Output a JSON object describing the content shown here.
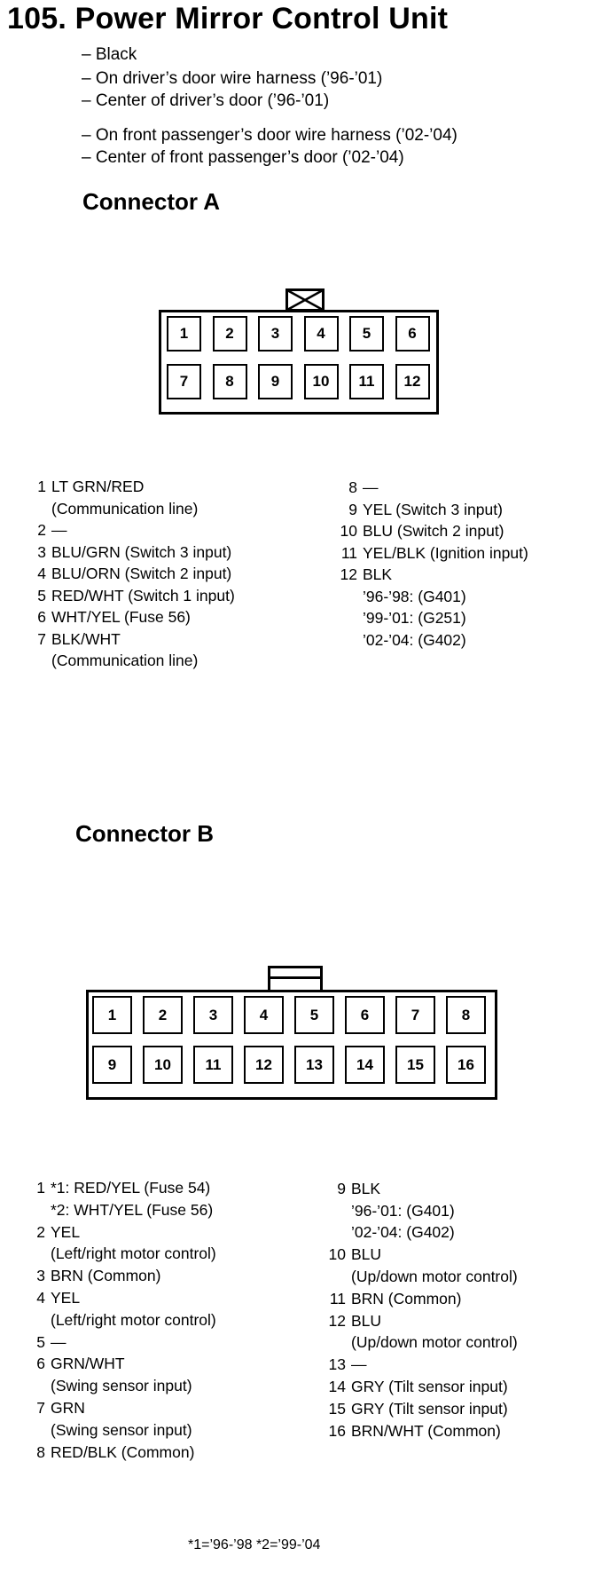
{
  "title": "105. Power Mirror Control Unit",
  "locations": [
    "– Black",
    "– On driver’s door wire harness (’96-’01)",
    "– Center of driver’s door (’96-’01)",
    "– On front passenger’s door wire harness (’02-’04)",
    "– Center of front passenger’s door (’02-’04)"
  ],
  "connector_a": {
    "heading": "Connector A",
    "cells": [
      "1",
      "2",
      "3",
      "4",
      "5",
      "6",
      "7",
      "8",
      "9",
      "10",
      "11",
      "12"
    ],
    "pins": [
      {
        "num": "1",
        "text": "LT GRN/RED",
        "sub": [
          "(Communication line)"
        ]
      },
      {
        "num": "2",
        "text": "—",
        "sub": []
      },
      {
        "num": "3",
        "text": "BLU/GRN (Switch 3 input)",
        "sub": []
      },
      {
        "num": "4",
        "text": "BLU/ORN (Switch 2 input)",
        "sub": []
      },
      {
        "num": "5",
        "text": "RED/WHT (Switch 1 input)",
        "sub": []
      },
      {
        "num": "6",
        "text": "WHT/YEL (Fuse 56)",
        "sub": []
      },
      {
        "num": "7",
        "text": "BLK/WHT",
        "sub": [
          "(Communication line)"
        ]
      },
      {
        "num": "8",
        "text": "—",
        "sub": []
      },
      {
        "num": "9",
        "text": "YEL (Switch 3 input)",
        "sub": []
      },
      {
        "num": "10",
        "text": "BLU (Switch 2 input)",
        "sub": []
      },
      {
        "num": "11",
        "text": "YEL/BLK (Ignition input)",
        "sub": []
      },
      {
        "num": "12",
        "text": "BLK",
        "sub": [
          "’96-’98: (G401)",
          "’99-’01: (G251)",
          "’02-’04: (G402)"
        ]
      }
    ]
  },
  "connector_b": {
    "heading": "Connector B",
    "cells": [
      "1",
      "2",
      "3",
      "4",
      "5",
      "6",
      "7",
      "8",
      "9",
      "10",
      "11",
      "12",
      "13",
      "14",
      "15",
      "16"
    ],
    "pins": [
      {
        "num": "1",
        "text": "*1: RED/YEL (Fuse 54)",
        "sub": [
          "*2: WHT/YEL (Fuse 56)"
        ]
      },
      {
        "num": "2",
        "text": "YEL",
        "sub": [
          "(Left/right motor control)"
        ]
      },
      {
        "num": "3",
        "text": "BRN (Common)",
        "sub": []
      },
      {
        "num": "4",
        "text": "YEL",
        "sub": [
          "(Left/right motor control)"
        ]
      },
      {
        "num": "5",
        "text": "—",
        "sub": []
      },
      {
        "num": "6",
        "text": "GRN/WHT",
        "sub": [
          "(Swing sensor input)"
        ]
      },
      {
        "num": "7",
        "text": "GRN",
        "sub": [
          "(Swing sensor input)"
        ]
      },
      {
        "num": "8",
        "text": "RED/BLK (Common)",
        "sub": []
      },
      {
        "num": "9",
        "text": "BLK",
        "sub": [
          "’96-’01: (G401)",
          "’02-’04: (G402)"
        ]
      },
      {
        "num": "10",
        "text": "BLU",
        "sub": [
          "(Up/down motor control)"
        ]
      },
      {
        "num": "11",
        "text": "BRN (Common)",
        "sub": []
      },
      {
        "num": "12",
        "text": "BLU",
        "sub": [
          "(Up/down motor control)"
        ]
      },
      {
        "num": "13",
        "text": "—",
        "sub": []
      },
      {
        "num": "14",
        "text": "GRY (Tilt sensor input)",
        "sub": []
      },
      {
        "num": "15",
        "text": "GRY (Tilt sensor input)",
        "sub": []
      },
      {
        "num": "16",
        "text": "BRN/WHT (Common)",
        "sub": []
      }
    ]
  },
  "footnote": "*1=’96-’98    *2=’99-’04"
}
